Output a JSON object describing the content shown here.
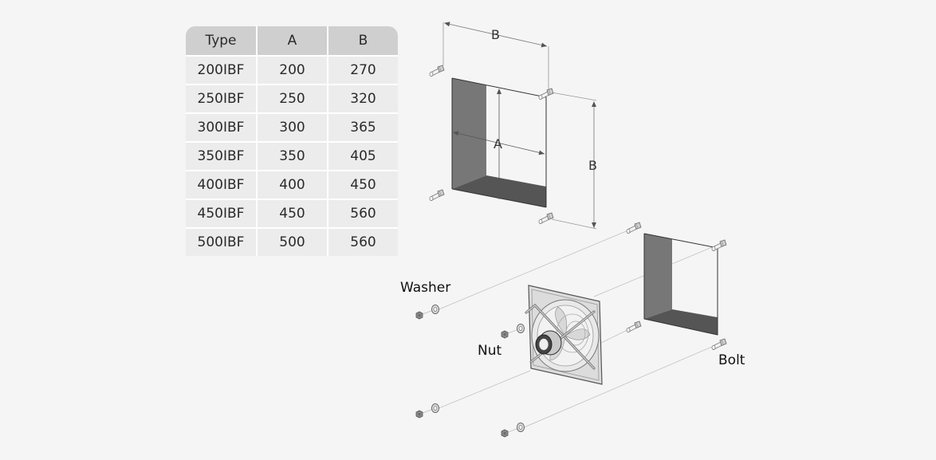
{
  "spec_table": {
    "headers": [
      "Type",
      "A",
      "B"
    ],
    "rows": [
      [
        "200IBF",
        "200",
        "270"
      ],
      [
        "250IBF",
        "250",
        "320"
      ],
      [
        "300IBF",
        "300",
        "365"
      ],
      [
        "350IBF",
        "350",
        "405"
      ],
      [
        "400IBF",
        "400",
        "450"
      ],
      [
        "450IBF",
        "450",
        "560"
      ],
      [
        "500IBF",
        "500",
        "560"
      ]
    ]
  },
  "dimension_diagram": {
    "top_dimension_label": "B",
    "side_dimension_label": "B",
    "opening_dimension_label": "A"
  },
  "assembly_diagram": {
    "labels": {
      "washer": "Washer",
      "nut": "Nut",
      "bolt": "Bolt"
    }
  },
  "colors": {
    "background": "#f5f5f5",
    "table_header": "#cfcfcf",
    "table_cell": "#ececec",
    "panel_dark": "#5a5a5a",
    "panel_mid": "#7a7a7a"
  }
}
